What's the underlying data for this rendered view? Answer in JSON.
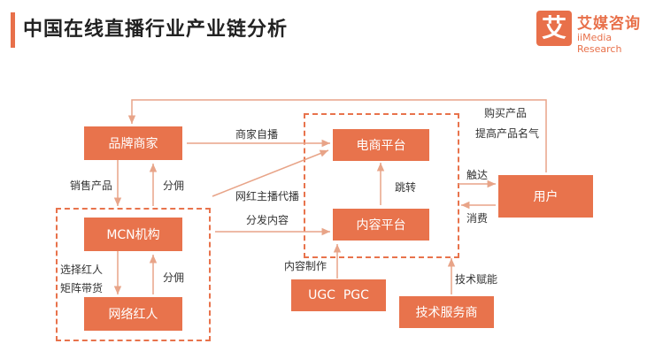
{
  "header": {
    "title": "中国在线直播行业产业链分析"
  },
  "logo": {
    "mark": "艾",
    "name_cn": "艾媒咨询",
    "name_en": "iiMedia Research"
  },
  "nodes": {
    "brand": "品牌商家",
    "mcn": "MCN机构",
    "influencer": "网络红人",
    "ecommerce": "电商平台",
    "content": "内容平台",
    "ugc_pgc": "UGC  PGC",
    "tech": "技术服务商",
    "user": "用户"
  },
  "labels": {
    "sell_products": "销售产品",
    "commission1": "分佣",
    "select_influencer_1": "选择红人",
    "select_influencer_2": "矩阵带货",
    "commission2": "分佣",
    "brand_self_broadcast": "商家自播",
    "influencer_broadcast": "网红主播代播",
    "distribute_content": "分发内容",
    "redirect": "跳转",
    "content_production": "内容制作",
    "tech_empower": "技术赋能",
    "buy_products": "购买产品",
    "raise_awareness": "提高产品名气",
    "reach": "触达",
    "consume": "消费"
  }
}
